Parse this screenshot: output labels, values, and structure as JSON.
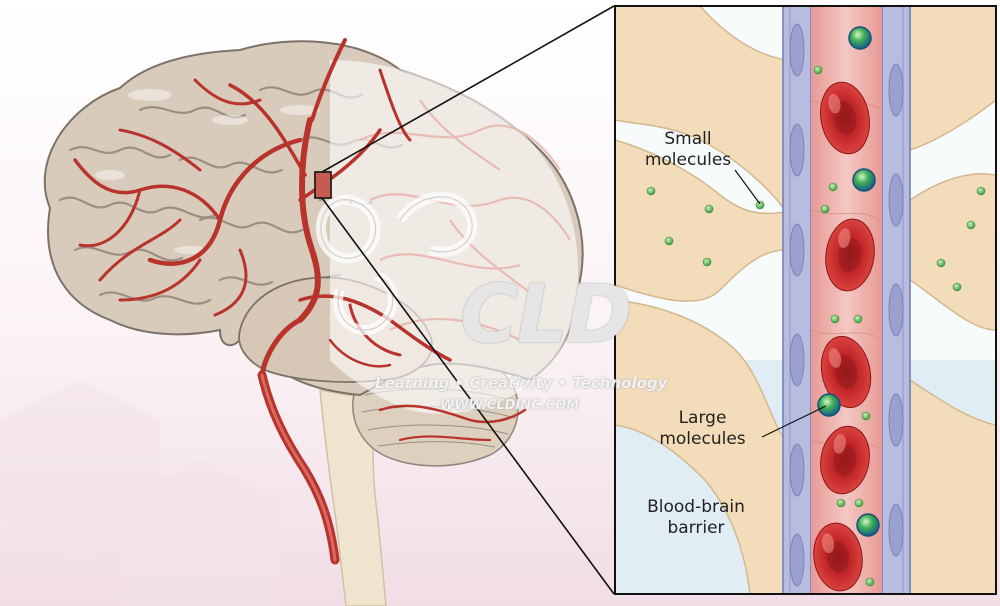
{
  "labels": {
    "small_molecules": [
      "Small",
      "molecules"
    ],
    "large_molecules": [
      "Large",
      "molecules"
    ],
    "blood_brain_barrier": [
      "Blood-brain",
      "barrier"
    ]
  },
  "watermark": {
    "logo_text": "CLD",
    "tagline": "Learning • Creativity • Technology",
    "url": "WWW.CLDINC.COM"
  },
  "colors": {
    "artery": "#b8332c",
    "brain": "#d9cbbb",
    "red_cell": "#c3282a",
    "vessel_wall": "#a9b0d6",
    "small_molecule": "#5bb85b",
    "large_molecule": "#2f9e4a"
  }
}
